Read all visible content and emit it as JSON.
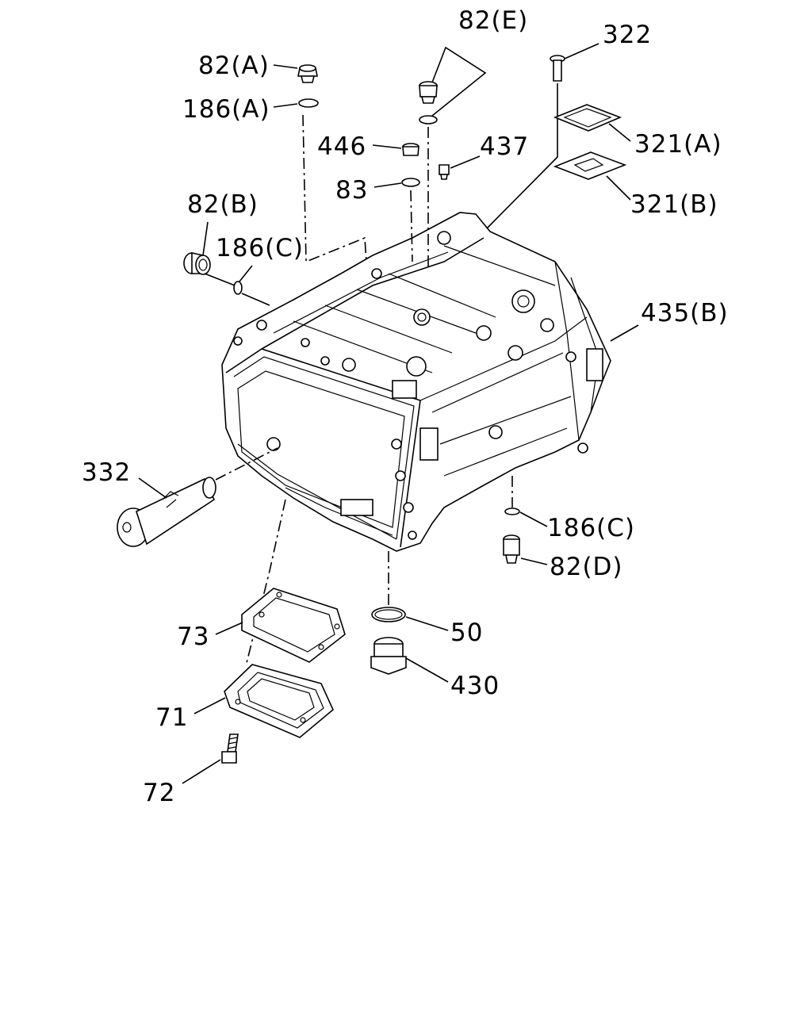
{
  "diagram": {
    "labels": {
      "l82A": "82(A)",
      "l186A": "186(A)",
      "l82E": "82(E)",
      "l322": "322",
      "l446": "446",
      "l437": "437",
      "l83": "83",
      "l321A": "321(A)",
      "l321B": "321(B)",
      "l82B": "82(B)",
      "l186C_top": "186(C)",
      "l435B": "435(B)",
      "l332": "332",
      "l186C_bot": "186(C)",
      "l82D": "82(D)",
      "l73": "73",
      "l50": "50",
      "l430": "430",
      "l71": "71",
      "l72": "72"
    }
  }
}
